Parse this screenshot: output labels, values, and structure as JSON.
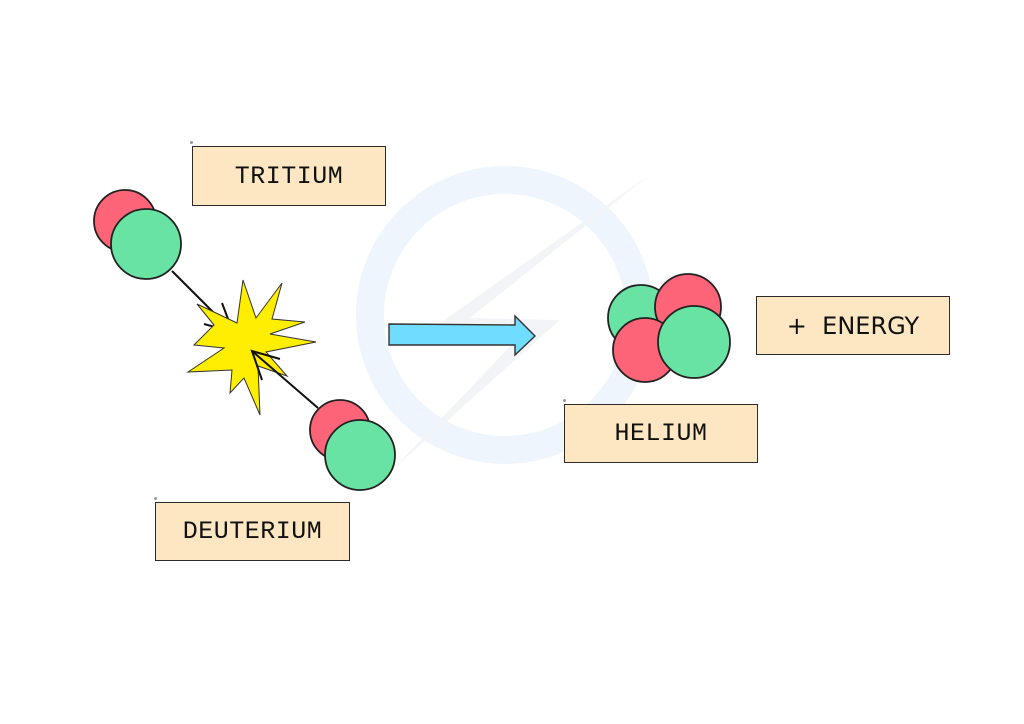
{
  "diagram": {
    "title": "Nuclear fusion of tritium and deuterium into helium",
    "labels": {
      "tritium": "TRITIUM",
      "deuterium": "DEUTERIUM",
      "helium": "HELIUM",
      "energy": "+  ENERGY"
    },
    "colors": {
      "proton": "#fe6477",
      "neutron": "#68e3a4",
      "explosion": "#ffee00",
      "arrow": "#70dcff",
      "label_fill": "#fde7c3",
      "outline": "#222222",
      "watermark": "#eef5fc"
    },
    "particles": {
      "tritium": [
        "proton",
        "neutron"
      ],
      "deuterium": [
        "proton",
        "neutron"
      ],
      "helium": [
        "neutron",
        "proton",
        "proton",
        "neutron"
      ]
    },
    "icons": {
      "collision": "explosion-icon",
      "reaction_arrow": "arrow-right-icon",
      "watermark": "lightning-logo-watermark"
    }
  }
}
